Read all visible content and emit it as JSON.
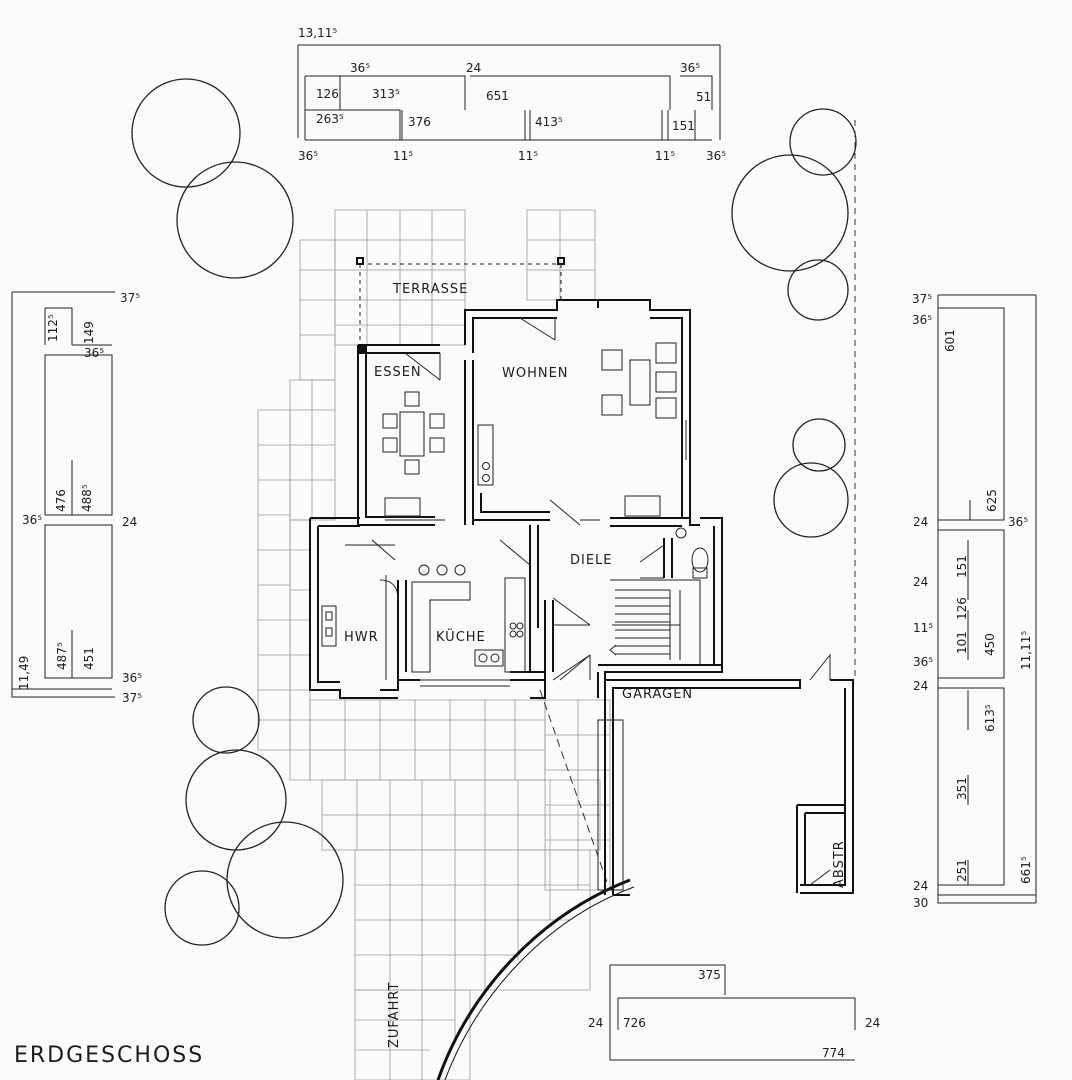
{
  "title": "ERDGESCHOSS",
  "rooms": {
    "terrasse": "TERRASSE",
    "essen": "ESSEN",
    "wohnen": "WOHNEN",
    "diele": "DIELE",
    "hwr": "HWR",
    "kueche": "KÜCHE",
    "garagen": "GARAGEN",
    "abstr": "ABSTR",
    "zufahrt": "ZUFAHRT"
  },
  "dimensions": {
    "top": {
      "overall": "13,11⁵",
      "upper": [
        "36⁵",
        "24",
        "36⁵"
      ],
      "middle": [
        "126",
        "313⁵",
        "651",
        "51"
      ],
      "lower": [
        "263⁵",
        "376",
        "413⁵",
        "151"
      ],
      "bottom": [
        "36⁵",
        "11⁵",
        "11⁵",
        "11⁵",
        "36⁵"
      ]
    },
    "left": {
      "outer": "11,49",
      "inner": [
        "112⁵",
        "149",
        "36⁵",
        "476",
        "488⁵",
        "36⁵",
        "24",
        "487⁵",
        "451",
        "36⁵",
        "37⁵",
        "37⁵"
      ]
    },
    "right": {
      "outer": "11,11⁵",
      "inner": [
        "37⁵",
        "36⁵",
        "601",
        "625",
        "24",
        "36⁵",
        "24",
        "151",
        "126",
        "11⁵",
        "101",
        "450",
        "36⁵",
        "24",
        "613⁵",
        "351",
        "251",
        "661⁵",
        "24",
        "30"
      ]
    },
    "bottom": {
      "upper": "375",
      "left": "24",
      "middle": "726",
      "right": "24",
      "lower": "774"
    }
  }
}
